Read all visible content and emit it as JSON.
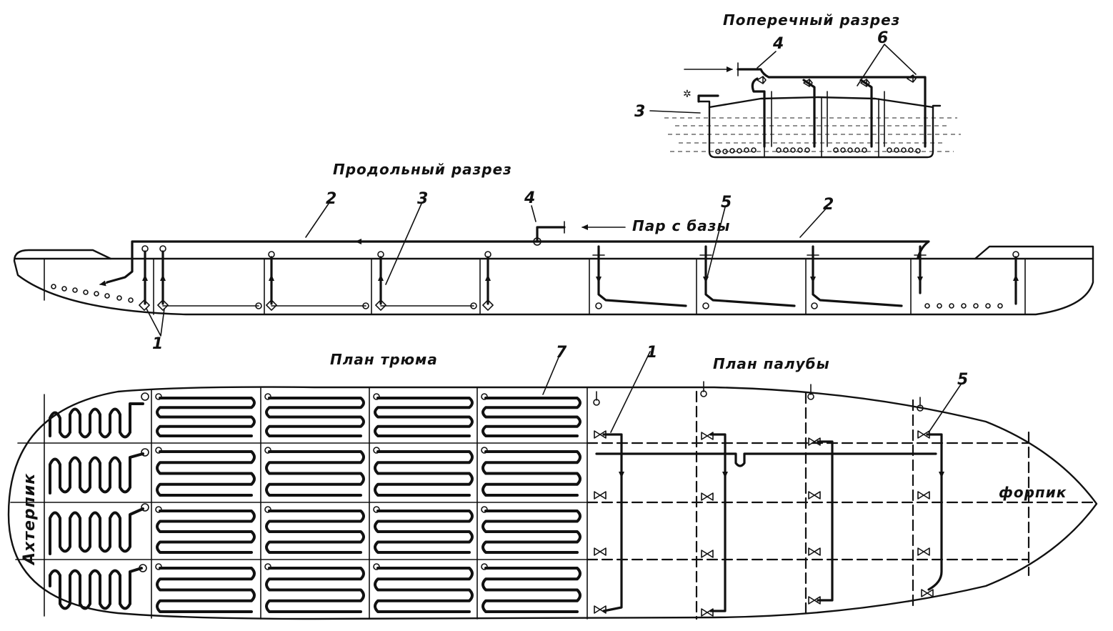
{
  "diagram": {
    "cross_section": {
      "title": "Поперечный разрез",
      "labels": [
        "3",
        "4",
        "6"
      ]
    },
    "long_section": {
      "title": "Продольный разрез",
      "steam_label": "Пар с базы",
      "labels": [
        "1",
        "2",
        "2",
        "3",
        "4",
        "5"
      ]
    },
    "plan": {
      "hold_title": "План трюма",
      "deck_title": "План палубы",
      "aft_peak": "Ахтерпик",
      "fore_peak": "форпик",
      "labels": [
        "7",
        "1",
        "5"
      ]
    }
  }
}
